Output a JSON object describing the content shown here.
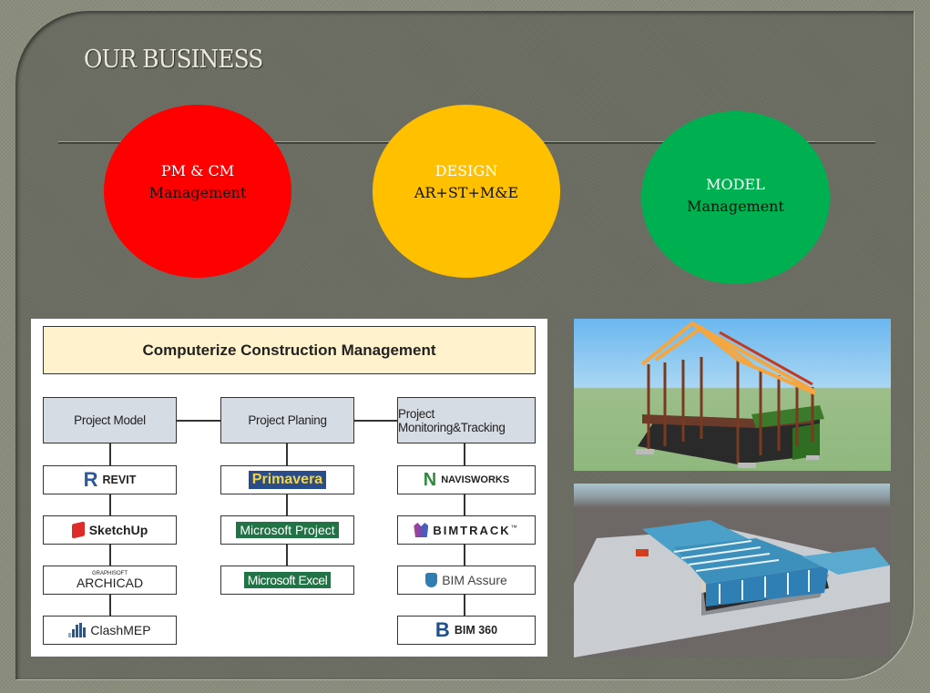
{
  "slide": {
    "title": "OUR BUSINESS",
    "colors": {
      "background": "#8a8c7c",
      "panel": "#6c6d62",
      "title_text": "#ecebdd",
      "divider": "#40453a"
    }
  },
  "circles": [
    {
      "line1": "PM & CM",
      "line2": "Management",
      "color": "#ff0000"
    },
    {
      "line1": "DESIGN",
      "line2": "AR+ST+M&E",
      "color": "#ffc000"
    },
    {
      "line1": "MODEL",
      "line2": "Management",
      "color": "#00b050"
    }
  ],
  "diagram": {
    "header": "Computerize Construction Management",
    "header_color": "#fff2cc",
    "category_color": "#d6dce4",
    "columns": [
      {
        "label": "Project Model",
        "items": [
          {
            "name": "REVIT",
            "icon": "revit-r-logo"
          },
          {
            "name": "SketchUp",
            "icon": "sketchup-logo"
          },
          {
            "name": "ARCHICAD",
            "prefix": "GRAPHISOFT",
            "icon": "archicad-logo"
          },
          {
            "name": "ClashMEP",
            "icon": "clashmep-logo"
          }
        ]
      },
      {
        "label": "Project Planing",
        "items": [
          {
            "name": "Primavera",
            "icon": "primavera-logo"
          },
          {
            "name": "Microsoft Project",
            "icon": "ms-project-logo"
          },
          {
            "name": "Microsoft Excel",
            "icon": "ms-excel-logo"
          }
        ]
      },
      {
        "label": "Project Monitoring&Tracking",
        "items": [
          {
            "name": "NAVISWORKS",
            "icon": "navisworks-n-logo"
          },
          {
            "name": "BIMTRACK",
            "suffix": "™",
            "icon": "bimtrack-logo"
          },
          {
            "name": "BIM Assure",
            "icon": "bim-assure-logo"
          },
          {
            "name": "BIM 360",
            "icon": "bim360-b-logo"
          }
        ]
      }
    ]
  },
  "images": [
    {
      "subject": "steel-frame-structure-3d-model"
    },
    {
      "subject": "warehouse-building-3d-render"
    }
  ]
}
